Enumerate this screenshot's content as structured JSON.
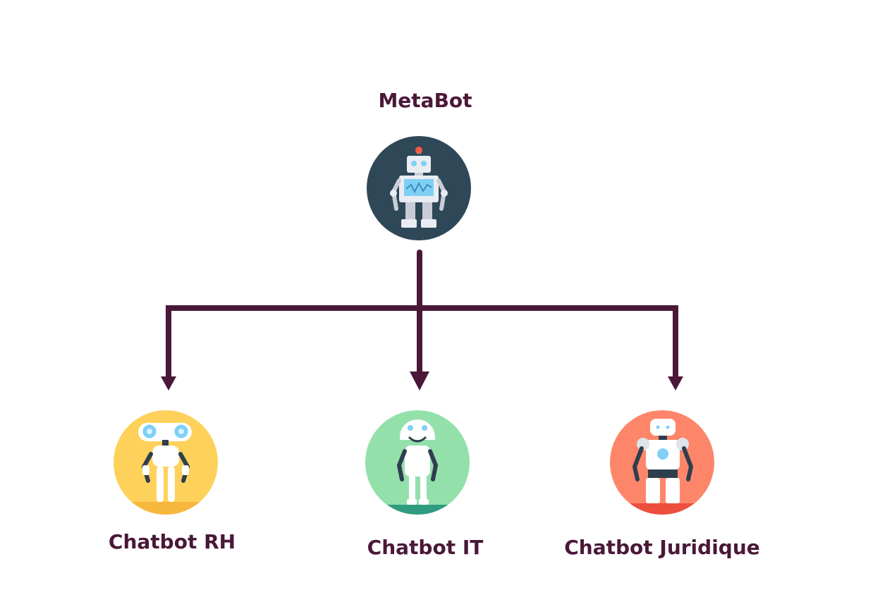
{
  "root": {
    "label": "MetaBot",
    "color": "#2f4858"
  },
  "children": [
    {
      "label": "Chatbot RH",
      "color": "#fdd15a",
      "accent": "#f7b73c"
    },
    {
      "label": "Chatbot IT",
      "color": "#93e0ab",
      "accent": "#2f9b7f"
    },
    {
      "label": "Chatbot Juridique",
      "color": "#fd866a",
      "accent": "#ec4f3e"
    }
  ],
  "connector_color": "#4a1838"
}
